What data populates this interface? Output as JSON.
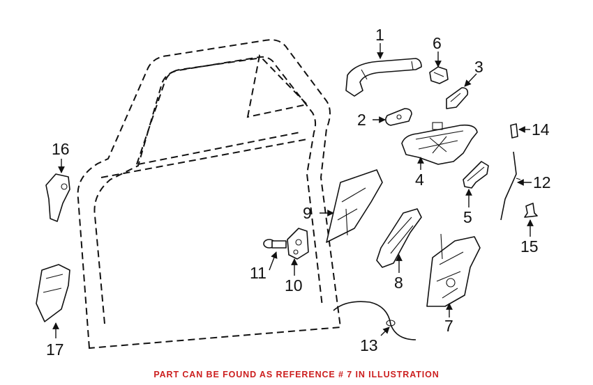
{
  "caption": {
    "text": "PART CAN BE FOUND AS REFERENCE # 7 IN ILLUSTRATION",
    "color": "#cc1f1f"
  },
  "callouts": [
    "1",
    "2",
    "3",
    "4",
    "5",
    "6",
    "7",
    "8",
    "9",
    "10",
    "11",
    "12",
    "13",
    "14",
    "15",
    "16",
    "17"
  ]
}
